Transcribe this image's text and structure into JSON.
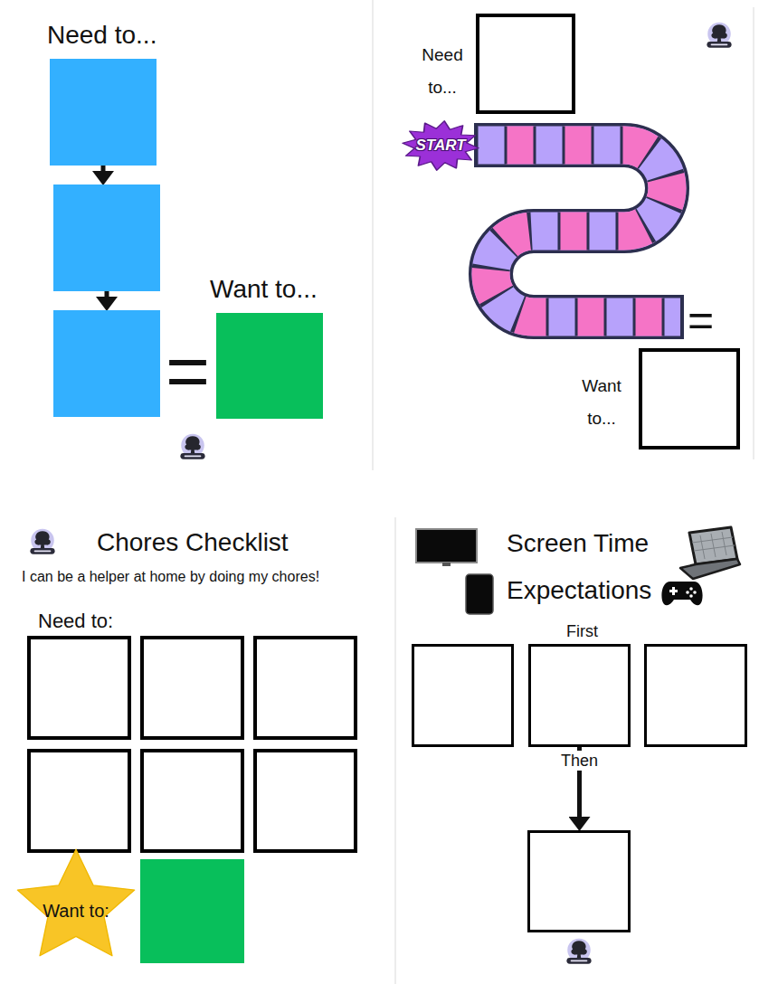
{
  "diagram": {
    "nodes": [
      {
        "text": [
          "Need to..."
        ]
      },
      {
        "text": []
      },
      {
        "text": []
      },
      {
        "text": [
          "Want to..."
        ]
      },
      {
        "text": [
          "Need to..."
        ]
      },
      {
        "text": [
          "START"
        ]
      },
      {
        "text": [
          "Want to..."
        ]
      },
      {
        "text": [
          "Need to:"
        ]
      },
      {
        "text": []
      },
      {
        "text": []
      },
      {
        "text": []
      },
      {
        "text": []
      },
      {
        "text": []
      },
      {
        "text": [
          "Want to:"
        ]
      },
      {
        "text": []
      },
      {
        "text": []
      },
      {
        "text": [
          "First"
        ]
      },
      {
        "text": []
      },
      {
        "text": []
      }
    ],
    "edges": [
      {
        "from": 0,
        "to": 1,
        "arrow": "to"
      },
      {
        "from": 1,
        "to": 2,
        "arrow": "to"
      },
      {
        "from": 16,
        "to": 18,
        "label": "Then",
        "arrow": "to"
      }
    ],
    "labels": [
      "=",
      "=",
      "Chores Checklist",
      "I can be a helper at home by doing my chores!",
      "Screen Time Expectations"
    ]
  }
}
